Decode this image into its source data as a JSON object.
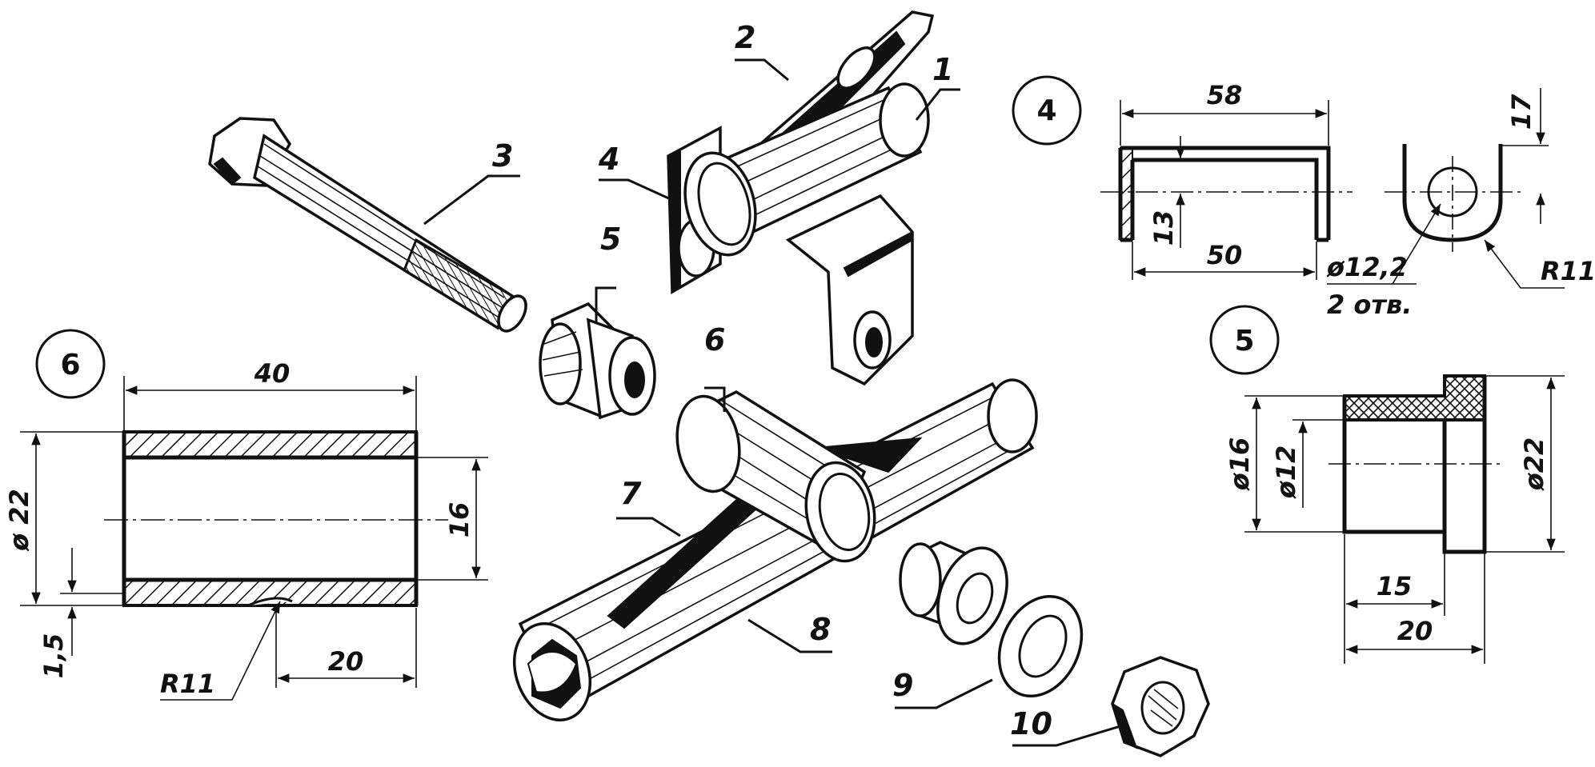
{
  "callouts": {
    "c1": "1",
    "c2": "2",
    "c3": "3",
    "c4": "4",
    "c5": "5",
    "c6": "6",
    "c7": "7",
    "c8": "8",
    "c9": "9",
    "c10": "10"
  },
  "detail4": {
    "circle": "4",
    "d58": "58",
    "d50": "50",
    "d13": "13",
    "d17": "17",
    "hole": "ø12,2",
    "holes": "2 отв.",
    "r11": "R11"
  },
  "detail5": {
    "circle": "5",
    "d16": "ø16",
    "d12": "ø12",
    "d22": "ø22",
    "d15": "15",
    "d20": "20"
  },
  "detail6": {
    "circle": "6",
    "d40": "40",
    "d22": "ø 22",
    "d16": "16",
    "d15": "1,5",
    "d20": "20",
    "r11": "R11"
  }
}
